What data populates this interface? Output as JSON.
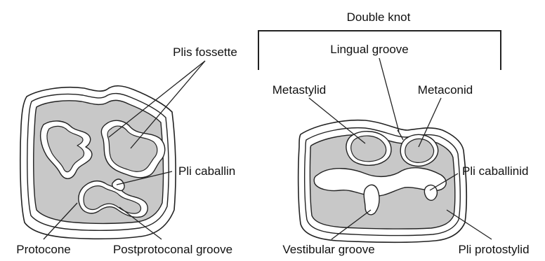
{
  "labels": {
    "double_knot": "Double knot",
    "plis_fossette": "Plis fossette",
    "lingual_groove": "Lingual groove",
    "metastylid": "Metastylid",
    "metaconid": "Metaconid",
    "pli_caballin": "Pli caballin",
    "pli_caballinid": "Pli caballinid",
    "protocone": "Protocone",
    "postprotoconal_groove": "Postprotoconal groove",
    "vestibular_groove": "Vestibular groove",
    "pli_protostylid": "Pli protostylid"
  },
  "colors": {
    "dentine_fill": "#c8c8c8",
    "line": "#222222",
    "background": "#ffffff"
  }
}
